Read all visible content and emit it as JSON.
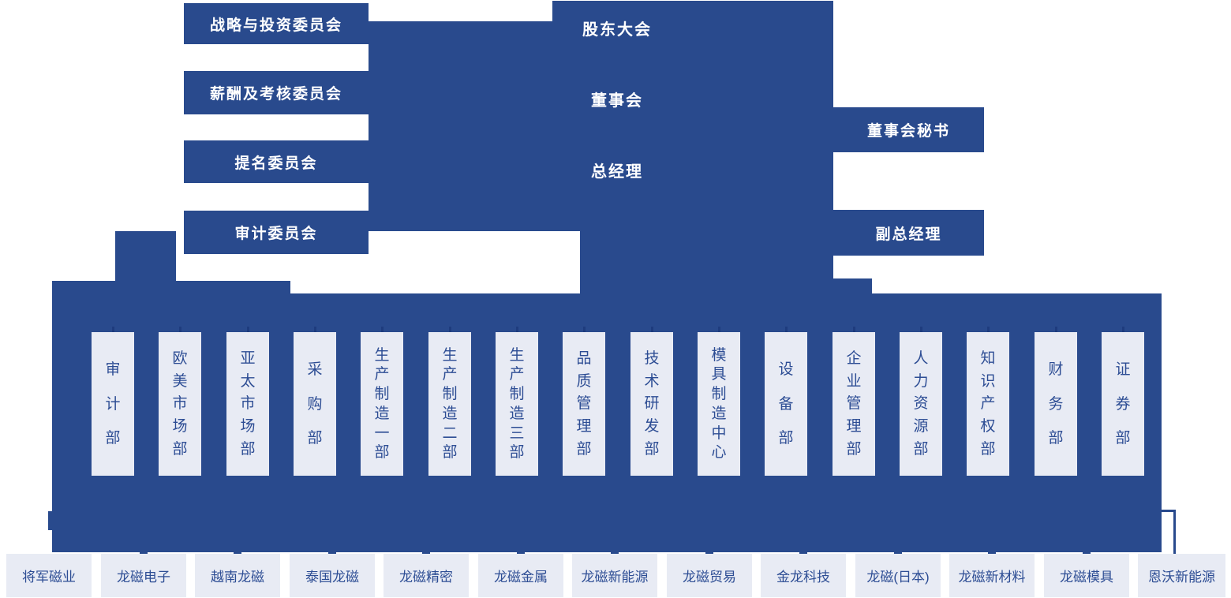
{
  "colors": {
    "primary_blue": "#294a8d",
    "light_box": "#e8ebf4",
    "node_text": "#2d4d94",
    "tick_dark": "#1e3c7e",
    "white_text": "#ffffff"
  },
  "governance": {
    "shareholders_meeting": "股东大会",
    "board_of_directors": "董事会",
    "general_manager": "总经理"
  },
  "committees": [
    {
      "label": "战略与投资委员会"
    },
    {
      "label": "薪酬及考核委员会"
    },
    {
      "label": "提名委员会"
    },
    {
      "label": "审计委员会"
    }
  ],
  "officers": [
    {
      "label": "董事会秘书"
    },
    {
      "label": "副总经理"
    }
  ],
  "departments": [
    {
      "label": "审计部"
    },
    {
      "label": "欧美市场部"
    },
    {
      "label": "亚太市场部"
    },
    {
      "label": "采购部"
    },
    {
      "label": "生产制造一部"
    },
    {
      "label": "生产制造二部"
    },
    {
      "label": "生产制造三部"
    },
    {
      "label": "品质管理部"
    },
    {
      "label": "技术研发部"
    },
    {
      "label": "模具制造中心"
    },
    {
      "label": "设备部"
    },
    {
      "label": "企业管理部"
    },
    {
      "label": "人力资源部"
    },
    {
      "label": "知识产权部"
    },
    {
      "label": "财务部"
    },
    {
      "label": "证券部"
    }
  ],
  "subsidiaries": [
    {
      "label": "将军磁业"
    },
    {
      "label": "龙磁电子"
    },
    {
      "label": "越南龙磁"
    },
    {
      "label": "泰国龙磁"
    },
    {
      "label": "龙磁精密"
    },
    {
      "label": "龙磁金属"
    },
    {
      "label": "龙磁新能源"
    },
    {
      "label": "龙磁贸易"
    },
    {
      "label": "金龙科技"
    },
    {
      "label": "龙磁(日本)"
    },
    {
      "label": "龙磁新材料"
    },
    {
      "label": "龙磁模具"
    },
    {
      "label": "恩沃新能源"
    }
  ]
}
